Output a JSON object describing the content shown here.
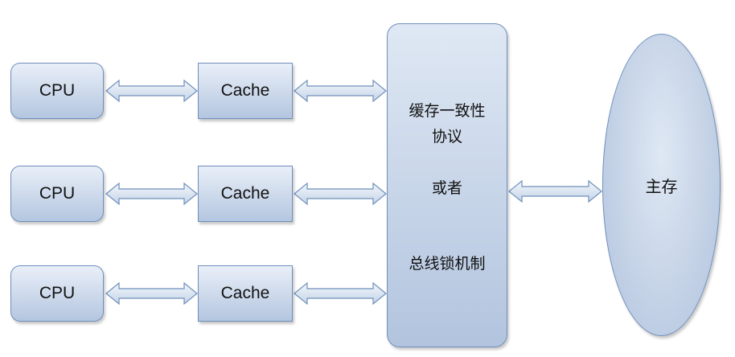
{
  "cpus": [
    {
      "label": "CPU"
    },
    {
      "label": "CPU"
    },
    {
      "label": "CPU"
    }
  ],
  "caches": [
    {
      "label": "Cache"
    },
    {
      "label": "Cache"
    },
    {
      "label": "Cache"
    }
  ],
  "bus": {
    "line1": "缓存一致性",
    "line2": "协议",
    "line3": "或者",
    "line4": "总线锁机制"
  },
  "memory": {
    "label": "主存"
  },
  "colors": {
    "fill_light": "#e9eff8",
    "fill_dark": "#b4c6e0",
    "stroke": "#6f8fbb"
  }
}
